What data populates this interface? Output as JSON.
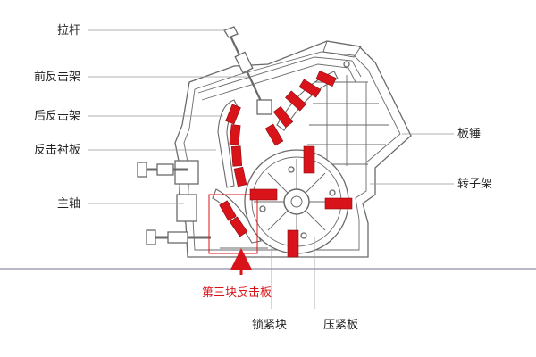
{
  "labels": {
    "pull_rod": "拉杆",
    "front_impact_frame": "前反击架",
    "rear_impact_frame": "后反击架",
    "impact_liner": "反击衬板",
    "main_shaft": "主轴",
    "blow_bar": "板锤",
    "rotor_frame": "转子架",
    "third_impact_plate": "第三块反击板",
    "locking_block": "锁紧块",
    "pressing_plate": "压紧板"
  },
  "colors": {
    "line": "#6a6a6a",
    "leader": "#999999",
    "liner": "#d8141a",
    "highlight": "#d8141a",
    "rule": "#b8b8c8",
    "text": "#222222"
  }
}
